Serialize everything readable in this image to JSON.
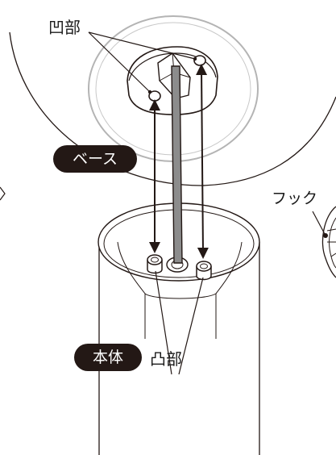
{
  "labels": {
    "recess": "凹部",
    "base": "ベース",
    "hook": "フック",
    "main_body": "本体",
    "protrusion": "凸部"
  },
  "colors": {
    "line": "#231815",
    "pill_bg": "#231815",
    "pill_text": "#ffffff",
    "rod_fill": "#8c8c8c",
    "light_ring": "#b4b4b4"
  }
}
